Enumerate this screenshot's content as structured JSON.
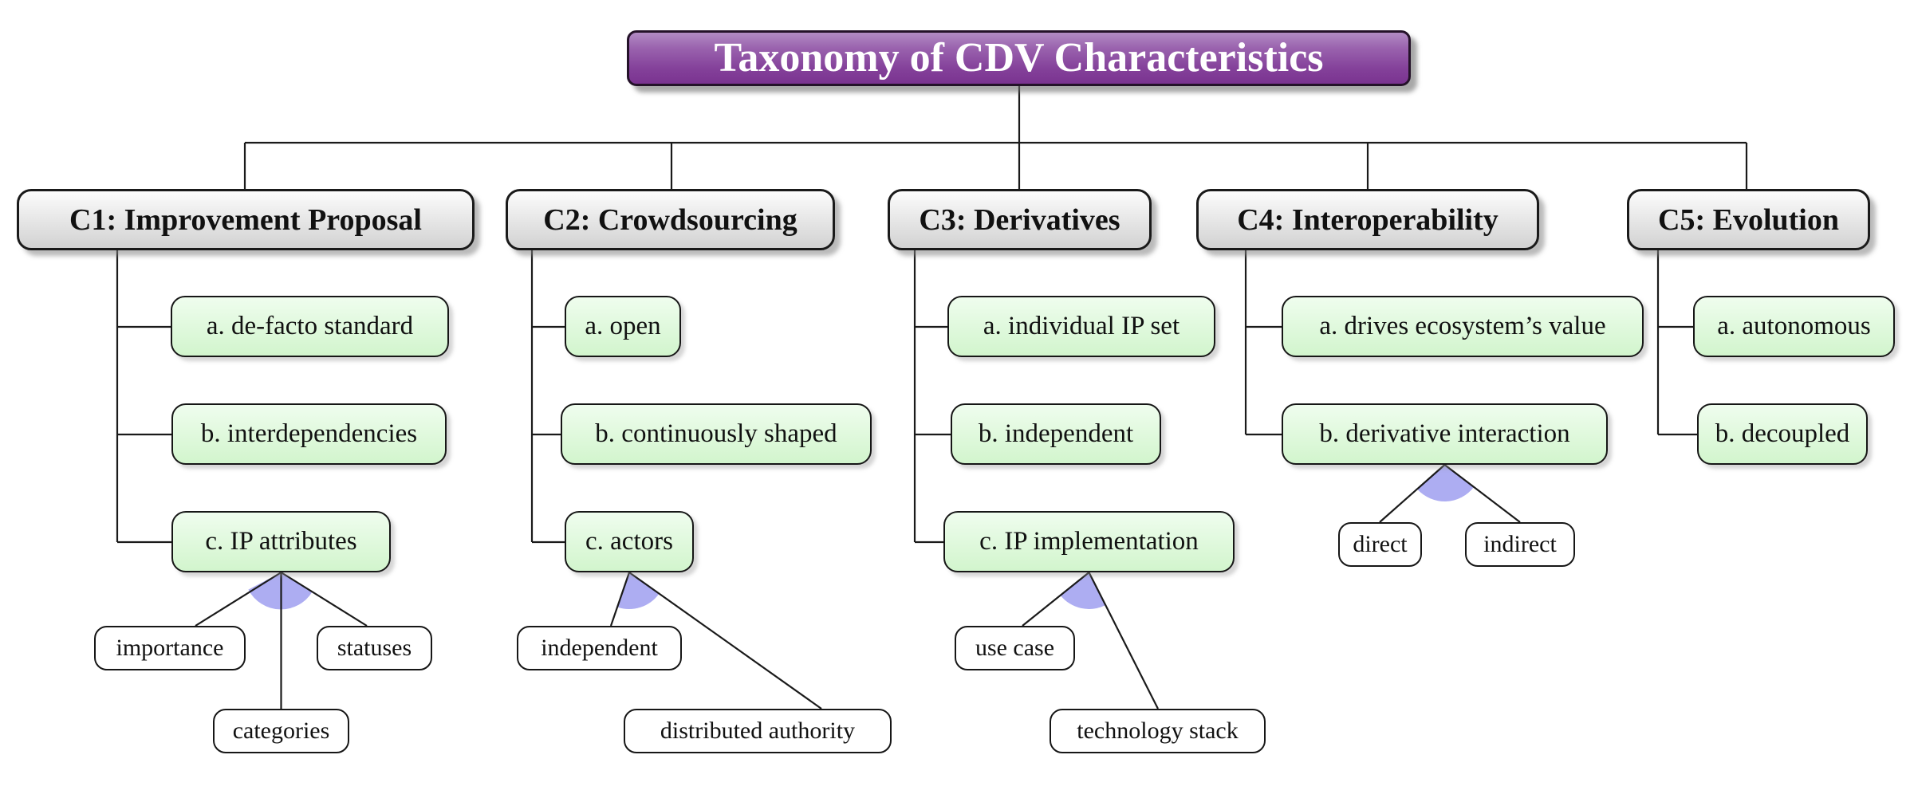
{
  "title": "Taxonomy of CDV Characteristics",
  "categories": [
    {
      "id": "C1",
      "label": "C1: Improvement Proposal",
      "children": [
        {
          "label": "a. de-facto standard",
          "leaves": []
        },
        {
          "label": "b. interdependencies",
          "leaves": []
        },
        {
          "label": "c. IP attributes",
          "leaves": [
            "importance",
            "categories",
            "statuses"
          ]
        }
      ]
    },
    {
      "id": "C2",
      "label": "C2: Crowdsourcing",
      "children": [
        {
          "label": "a. open",
          "leaves": []
        },
        {
          "label": "b. continuously shaped",
          "leaves": []
        },
        {
          "label": "c. actors",
          "leaves": [
            "independent",
            "distributed authority"
          ]
        }
      ]
    },
    {
      "id": "C3",
      "label": "C3: Derivatives",
      "children": [
        {
          "label": "a. individual IP set",
          "leaves": []
        },
        {
          "label": "b. independent",
          "leaves": []
        },
        {
          "label": "c. IP implementation",
          "leaves": [
            "use case",
            "technology stack"
          ]
        }
      ]
    },
    {
      "id": "C4",
      "label": "C4: Interoperability",
      "children": [
        {
          "label": "a. drives ecosystem’s value",
          "leaves": []
        },
        {
          "label": "b. derivative interaction",
          "leaves": [
            "direct",
            "indirect"
          ]
        }
      ]
    },
    {
      "id": "C5",
      "label": "C5: Evolution",
      "children": [
        {
          "label": "a. autonomous",
          "leaves": []
        },
        {
          "label": "b. decoupled",
          "leaves": []
        }
      ]
    }
  ],
  "colors": {
    "title_fill": "#84419a",
    "category_fill": "#e9e9e9",
    "child_fill": "#d9f7d4",
    "leaf_fill": "#ffffff",
    "branch_fan": "#9f9ff0",
    "line": "#1a1a1a"
  }
}
